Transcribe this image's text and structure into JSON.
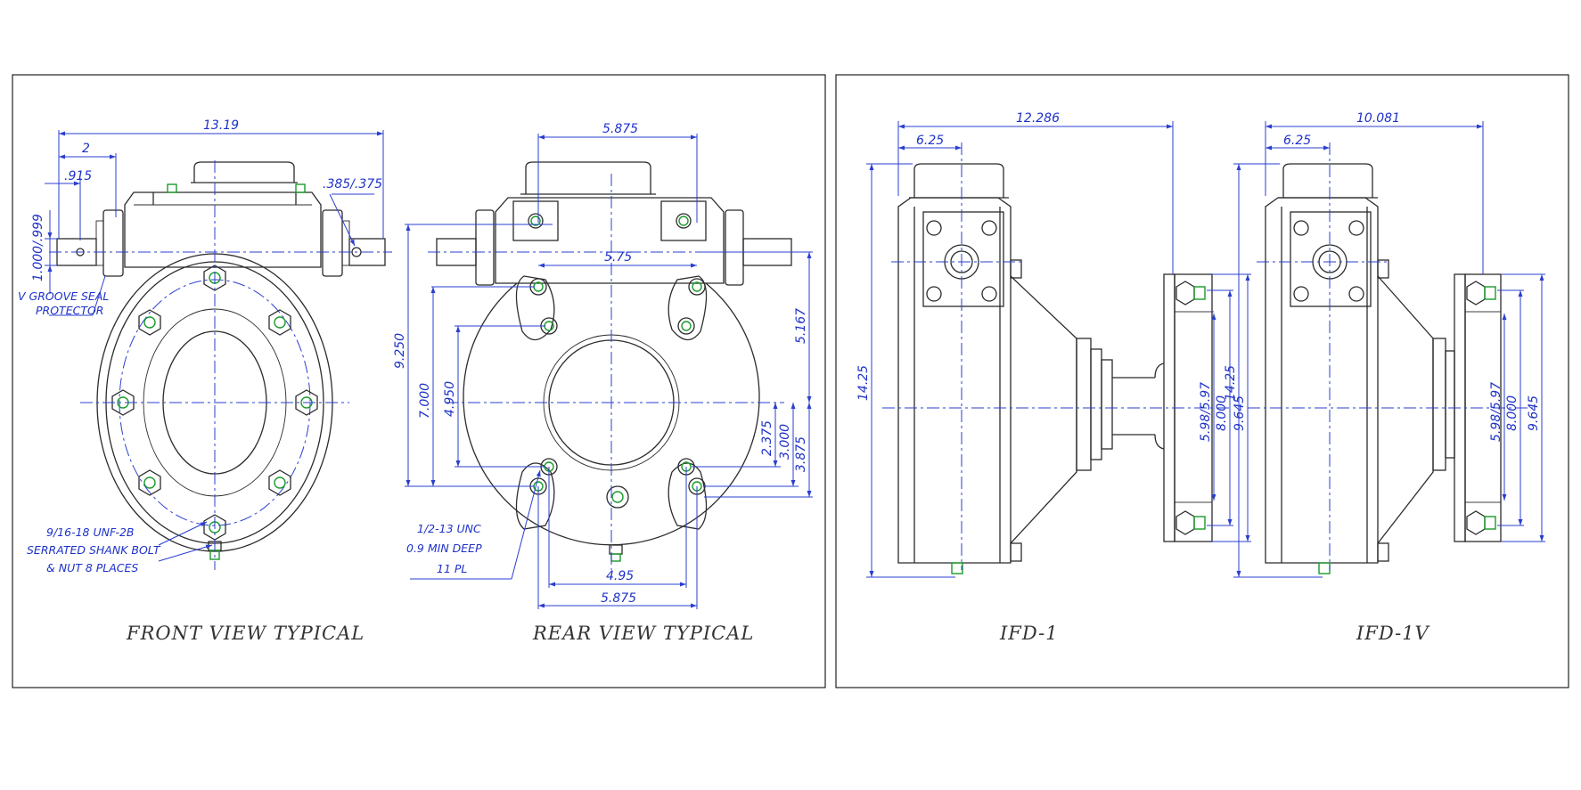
{
  "views": {
    "front": {
      "title": "FRONT VIEW TYPICAL",
      "dims": {
        "overall_width": "13.19",
        "shaft_len": "2",
        "shaft_off": ".915",
        "shaft_dia": "1.000/.999",
        "keyway": ".385/.375"
      },
      "notes": {
        "seal_line1": "V GROOVE SEAL",
        "seal_line2": "PROTECTOR",
        "bolt_line1": "9/16-18 UNF-2B",
        "bolt_line2": "SERRATED SHANK BOLT",
        "bolt_line3": "& NUT 8 PLACES"
      }
    },
    "rear": {
      "title": "REAR VIEW TYPICAL",
      "dims": {
        "top_span": "5.875",
        "mid_span": "5.75",
        "bottom_inner": "4.95",
        "bottom_outer": "5.875",
        "v_9250": "9.250",
        "v_7000": "7.000",
        "v_4950": "4.950",
        "v_5167": "5.167",
        "v_2375": "2.375",
        "v_3000": "3.000",
        "v_3875": "3.875"
      },
      "notes": {
        "tap_line1": "1/2-13 UNC",
        "tap_line2": "0.9 MIN DEEP",
        "tap_line3": "11 PL"
      }
    },
    "ifd1": {
      "title": "IFD-1",
      "dims": {
        "overall": "12.286",
        "top_off": "6.25",
        "height": "14.25",
        "d1": "5.98/5.97",
        "d2": "8.000",
        "d3": "9.645"
      }
    },
    "ifd1v": {
      "title": "IFD-1V",
      "dims": {
        "overall": "10.081",
        "top_off": "6.25",
        "height": "14.25",
        "d1": "5.98/5.97",
        "d2": "8.000",
        "d3": "9.645"
      }
    }
  }
}
